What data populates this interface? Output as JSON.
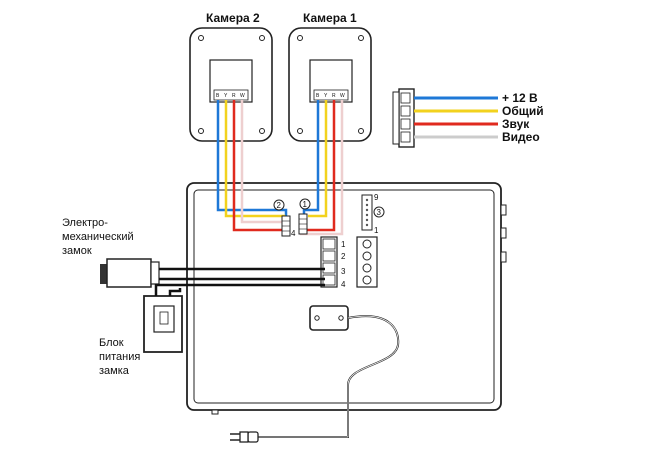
{
  "cameras": [
    {
      "label": "Камера 2",
      "pins": [
        "B",
        "Y",
        "R",
        "W"
      ]
    },
    {
      "label": "Камера 1",
      "pins": [
        "B",
        "Y",
        "R",
        "W"
      ]
    }
  ],
  "legend": [
    {
      "label": "+ 12 В",
      "color": "#1e78d7"
    },
    {
      "label": "Общий",
      "color": "#f2d21e"
    },
    {
      "label": "Звук",
      "color": "#e02a1e"
    },
    {
      "label": "Видео",
      "color": "#e8e8e8"
    }
  ],
  "lock": {
    "label_line1": "Электро-",
    "label_line2": "механический",
    "label_line3": "замок"
  },
  "lock_power": {
    "label_line1": "Блок",
    "label_line2": "питания",
    "label_line3": "замка"
  },
  "connectors": {
    "cam2_marker": "2",
    "cam1_marker": "1",
    "third_marker": "3",
    "small_4": "4",
    "pin_9": "9",
    "pin_1": "1"
  },
  "terminals": [
    "1",
    "2",
    "3",
    "4"
  ],
  "colors": {
    "blue": "#1e78d7",
    "yellow": "#f2d21e",
    "red": "#e02a1e",
    "white": "#e8e8e8",
    "line": "#222222"
  }
}
